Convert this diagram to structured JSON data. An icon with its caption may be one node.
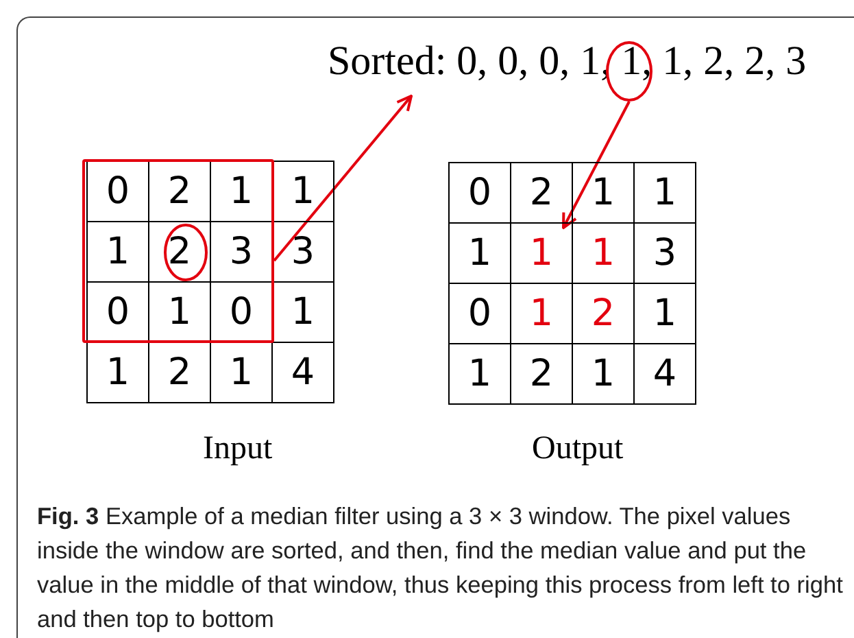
{
  "diagram": {
    "caption": "**Fig. 3** Example of a median filter using a 3 × 3 window. The pixel values inside the window are sorted, and then, find the median value and put the value in the middle of that window, thus keeping this process from left to right and then top to bottom",
    "nodes": [
      {
        "text": [
          "Sorted: 0, 0, 0, 1, 1, 1, 2, 2, 3"
        ]
      },
      {
        "text": [],
        "shape": "circle"
      },
      {
        "text": [],
        "shape": "box"
      },
      {
        "text": [
          "1"
        ]
      }
    ],
    "edges": [
      {
        "from": 2,
        "to": 0,
        "arrow": "to"
      },
      {
        "from": 1,
        "to": 3,
        "arrow": "to"
      }
    ],
    "labels": [
      "0",
      "2",
      "1",
      "1",
      "1",
      "2",
      "3",
      "3",
      "0",
      "1",
      "0",
      "1",
      "1",
      "2",
      "1",
      "4",
      "0",
      "2",
      "1",
      "1",
      "1",
      "1",
      "3",
      "0",
      "1",
      "2",
      "1",
      "1",
      "2",
      "1",
      "4",
      "Input",
      "Output"
    ]
  }
}
